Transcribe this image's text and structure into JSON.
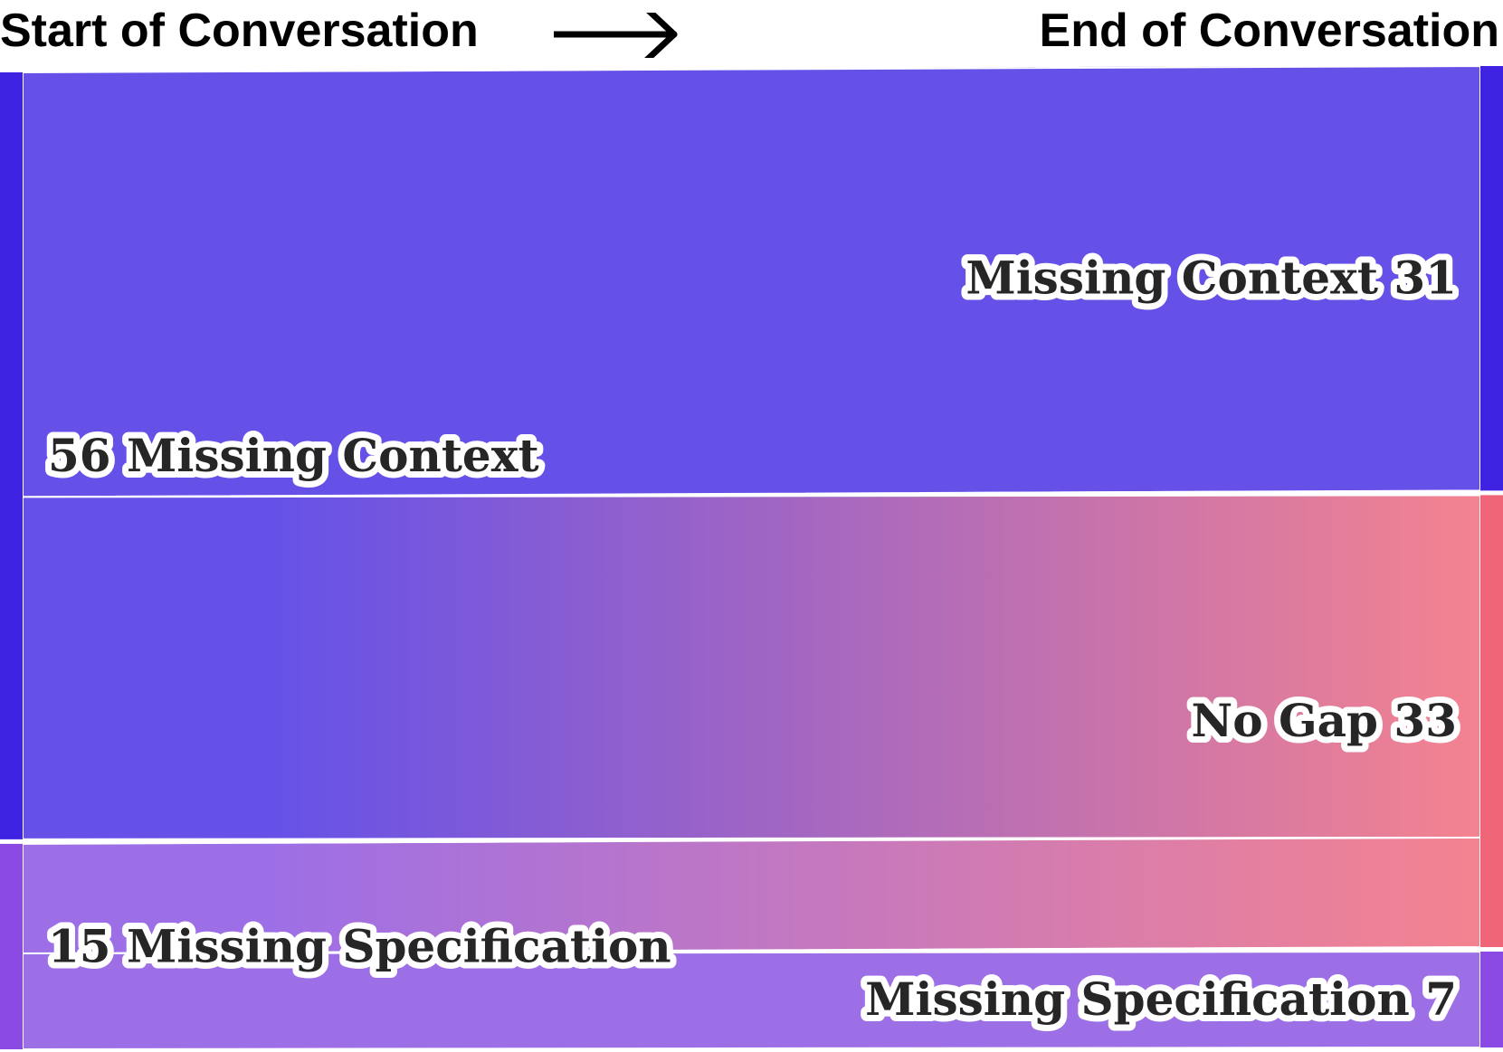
{
  "header": {
    "start_label": "Start of Conversation",
    "end_label": "End of Conversation"
  },
  "chart_data": {
    "type": "sankey",
    "x_axis": {
      "left": "Start of Conversation",
      "right": "End of Conversation"
    },
    "sources": [
      {
        "id": "src_context",
        "name": "Missing Context",
        "value": 56,
        "color": "#3e23e3",
        "flow_color": "#6551e8",
        "label": "56  Missing Context"
      },
      {
        "id": "src_spec",
        "name": "Missing Specification",
        "value": 15,
        "color": "#8a4ae3",
        "flow_color": "#9d6fe6",
        "label": "15  Missing Specification"
      }
    ],
    "targets": [
      {
        "id": "tgt_context",
        "name": "Missing Context",
        "value": 31,
        "color": "#3e23e3",
        "label": "Missing Context  31"
      },
      {
        "id": "tgt_nogap",
        "name": "No Gap",
        "value": 33,
        "color": "#ee6677",
        "flow_color": "#f48390",
        "label": "No Gap  33"
      },
      {
        "id": "tgt_spec",
        "name": "Missing Specification",
        "value": 7,
        "color": "#8a4ae3",
        "label": "Missing Specification  7"
      }
    ],
    "links": [
      {
        "source": "src_context",
        "target": "tgt_context",
        "value": 31
      },
      {
        "source": "src_context",
        "target": "tgt_nogap",
        "value": 25
      },
      {
        "source": "src_spec",
        "target": "tgt_nogap",
        "value": 8
      },
      {
        "source": "src_spec",
        "target": "tgt_spec",
        "value": 7
      }
    ]
  }
}
